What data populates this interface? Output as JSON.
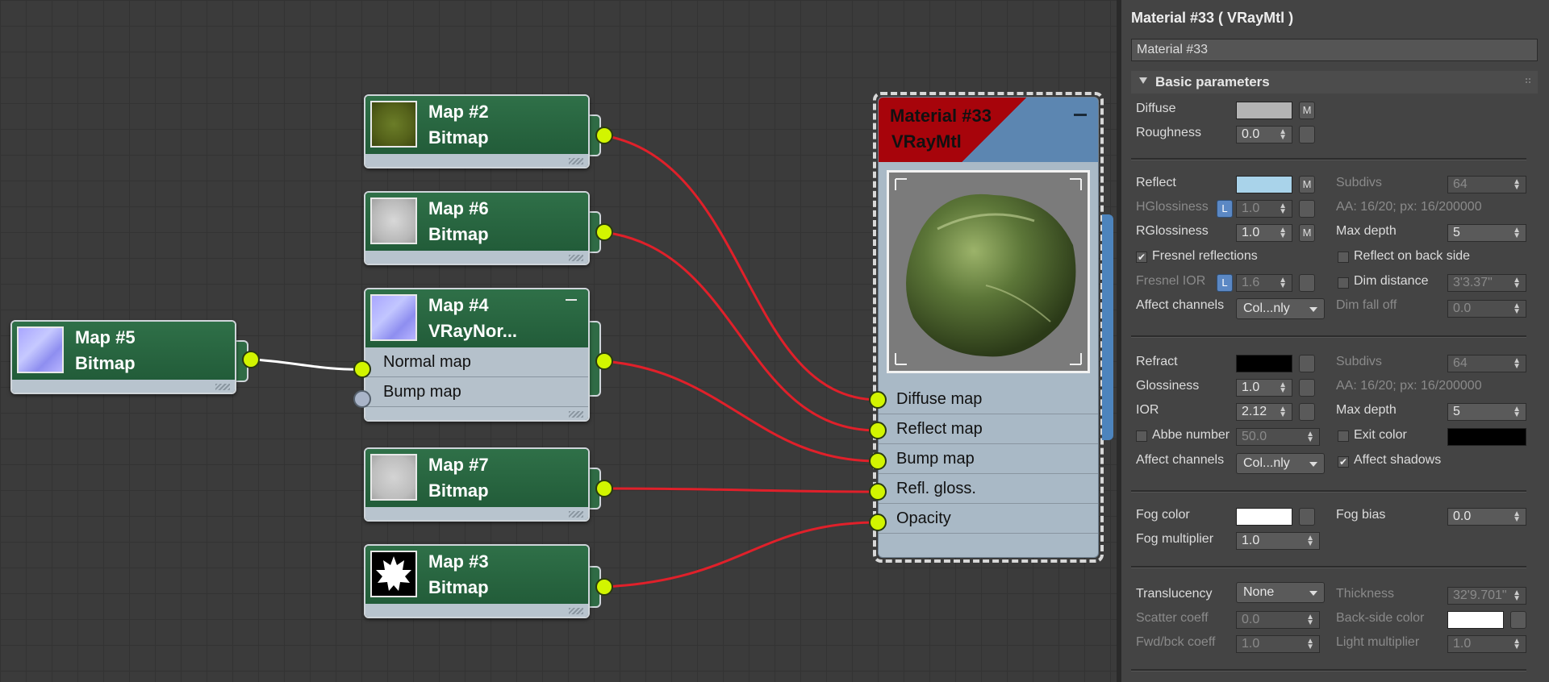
{
  "colors": {
    "wire": "#e0202a",
    "wire_white": "#ffffff",
    "port_active": "#d2f500",
    "node_header": "#2b6a43",
    "material_header": "#a7040b",
    "reflect_swatch": "#a9d3ea",
    "refract_swatch": "#000000",
    "fog_swatch": "#ffffff",
    "exit_swatch": "#000000",
    "backside_swatch": "#ffffff",
    "diffuse_swatch": "#b4b4b4"
  },
  "nodes": {
    "map2": {
      "title": "Map #2",
      "type": "Bitmap"
    },
    "map6": {
      "title": "Map #6",
      "type": "Bitmap"
    },
    "map4": {
      "title": "Map #4",
      "type": "VRayNor...",
      "slots": [
        "Normal map",
        "Bump map"
      ]
    },
    "map5": {
      "title": "Map #5",
      "type": "Bitmap"
    },
    "map7": {
      "title": "Map #7",
      "type": "Bitmap"
    },
    "map3": {
      "title": "Map #3",
      "type": "Bitmap"
    }
  },
  "material_node": {
    "title": "Material #33",
    "type": "VRayMtl",
    "slots": [
      "Diffuse map",
      "Reflect map",
      "Bump map",
      "Refl. gloss.",
      "Opacity"
    ]
  },
  "panel": {
    "title": "Material #33  ( VRayMtl )",
    "name": "Material #33",
    "rollout": "Basic parameters",
    "m_btn": "M",
    "l_btn": "L",
    "check_mark": "✔",
    "diffuse": {
      "label": "Diffuse"
    },
    "roughness": {
      "label": "Roughness",
      "value": "0.0"
    },
    "reflect": {
      "label": "Reflect",
      "subdivs_label": "Subdivs",
      "subdivs": "64"
    },
    "hgloss": {
      "label": "HGlossiness",
      "value": "1.0",
      "aa": "AA: 16/20; px: 16/200000"
    },
    "rgloss": {
      "label": "RGlossiness",
      "value": "1.0",
      "maxdepth_label": "Max depth",
      "maxdepth": "5"
    },
    "fresnel": {
      "label": "Fresnel reflections",
      "reflect_back": "Reflect on back side"
    },
    "fresnel_ior": {
      "label": "Fresnel IOR",
      "value": "1.6",
      "dim_distance": "Dim distance",
      "dim_value": "3'3.37\""
    },
    "affect1": {
      "label": "Affect channels",
      "value": "Col...nly",
      "dim_falloff": "Dim fall off",
      "dim_falloff_value": "0.0"
    },
    "refract": {
      "label": "Refract",
      "subdivs_label": "Subdivs",
      "subdivs": "64"
    },
    "glossiness": {
      "label": "Glossiness",
      "value": "1.0",
      "aa": "AA: 16/20; px: 16/200000"
    },
    "ior": {
      "label": "IOR",
      "value": "2.12",
      "maxdepth_label": "Max depth",
      "maxdepth": "5"
    },
    "abbe": {
      "label": "Abbe number",
      "value": "50.0",
      "exit_label": "Exit color"
    },
    "affect2": {
      "label": "Affect channels",
      "value": "Col...nly",
      "affect_shadows": "Affect shadows"
    },
    "fog": {
      "label": "Fog color",
      "bias_label": "Fog bias",
      "bias": "0.0",
      "mult_label": "Fog multiplier",
      "mult": "1.0"
    },
    "translucency": {
      "label": "Translucency",
      "value": "None",
      "thickness_label": "Thickness",
      "thickness": "32'9.701\""
    },
    "scatter": {
      "label": "Scatter coeff",
      "value": "0.0",
      "backside_label": "Back-side color"
    },
    "fwd": {
      "label": "Fwd/bck coeff",
      "value": "1.0",
      "light_label": "Light multiplier",
      "light": "1.0"
    }
  }
}
